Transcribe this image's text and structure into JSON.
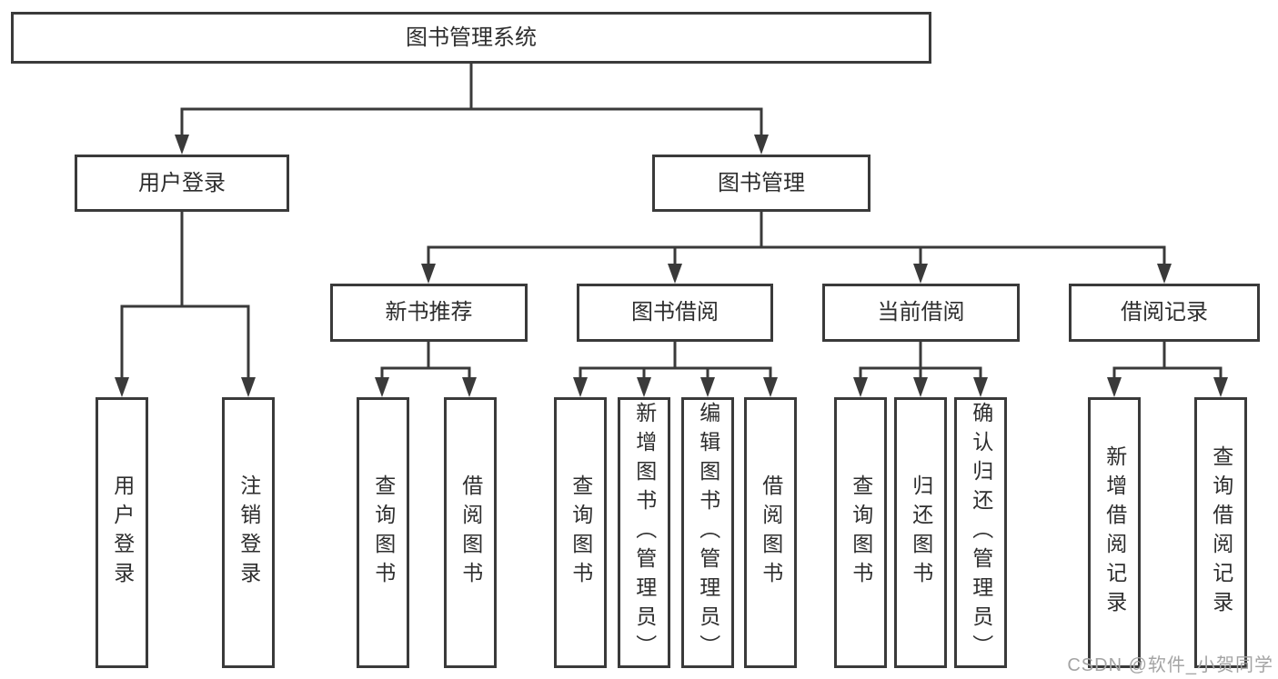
{
  "colors": {
    "line": "#3a3a3a",
    "text": "#2e2e2e",
    "watermark": "#a4a4a4",
    "background": "#ffffff"
  },
  "root": {
    "label": "图书管理系统"
  },
  "branches": [
    {
      "label": "用户登录",
      "children": [
        {
          "label": "用户登录"
        },
        {
          "label": "注销登录"
        }
      ]
    },
    {
      "label": "图书管理",
      "groups": [
        {
          "label": "新书推荐",
          "children": [
            {
              "label": "查询图书"
            },
            {
              "label": "借阅图书"
            }
          ]
        },
        {
          "label": "图书借阅",
          "children": [
            {
              "label": "查询图书"
            },
            {
              "label": "新增图书（管理员）"
            },
            {
              "label": "编辑图书（管理员）"
            },
            {
              "label": "借阅图书"
            }
          ]
        },
        {
          "label": "当前借阅",
          "children": [
            {
              "label": "查询图书"
            },
            {
              "label": "归还图书"
            },
            {
              "label": "确认归还（管理员）"
            }
          ]
        },
        {
          "label": "借阅记录",
          "children": [
            {
              "label": "新增借阅记录"
            },
            {
              "label": "查询借阅记录"
            }
          ]
        }
      ]
    }
  ],
  "watermark": {
    "text": "CSDN @软件_小贺同学"
  }
}
